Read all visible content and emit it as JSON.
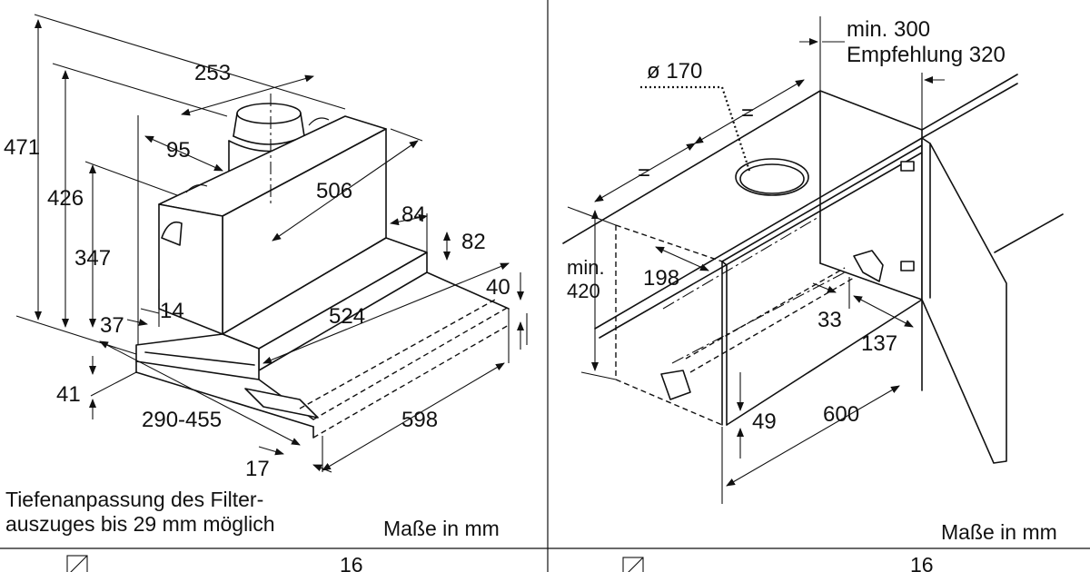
{
  "left": {
    "dimensions": {
      "d253": "253",
      "d471": "471",
      "d95": "95",
      "d426": "426",
      "d506": "506",
      "d347": "347",
      "d84": "84",
      "d82": "82",
      "d40": "40",
      "d524": "524",
      "d14": "14",
      "d37": "37",
      "d41": "41",
      "d290_455": "290-455",
      "d598": "598",
      "d17": "17"
    },
    "note_line1": "Tiefenanpassung des Filter-",
    "note_line2": "auszuges bis 29 mm möglich",
    "units": "Maße in mm",
    "footer_number": "16"
  },
  "right": {
    "dimensions": {
      "min300": "min. 300",
      "empfehlung": "Empfehlung 320",
      "phi170": "ø 170",
      "eq1": "=",
      "eq2": "=",
      "min_label": "min.",
      "min420": "420",
      "d198": "198",
      "d33": "33",
      "d137": "137",
      "d49": "49",
      "d600": "600"
    },
    "units": "Maße in mm",
    "footer_number": "16"
  }
}
